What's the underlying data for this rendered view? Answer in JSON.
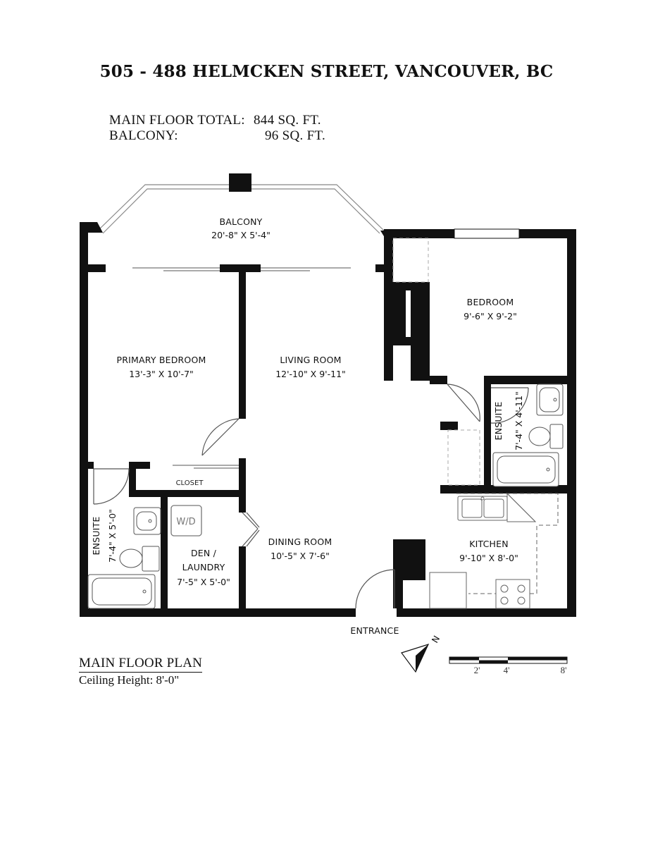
{
  "header": {
    "address": "505 - 488 HELMCKEN STREET, VANCOUVER, BC"
  },
  "areas": {
    "main_label": "MAIN FLOOR TOTAL:",
    "main_value": "844 SQ. FT.",
    "balcony_label": "BALCONY:",
    "balcony_value": "96 SQ. FT."
  },
  "rooms": {
    "balcony": {
      "name": "BALCONY",
      "dims": "20'-8\" X 5'-4\""
    },
    "primary_bedroom": {
      "name": "PRIMARY BEDROOM",
      "dims": "13'-3\" X 10'-7\""
    },
    "living_room": {
      "name": "LIVING ROOM",
      "dims": "12'-10\" X 9'-11\""
    },
    "bedroom": {
      "name": "BEDROOM",
      "dims": "9'-6\" X 9'-2\""
    },
    "ensuite_right": {
      "name": "ENSUITE",
      "dims": "7'-4\" X 4'-11\""
    },
    "closet": {
      "name": "CLOSET"
    },
    "ensuite_left": {
      "name": "ENSUITE",
      "dims": "7'-4\" X 5'-0\""
    },
    "den": {
      "name_line1": "DEN /",
      "name_line2": "LAUNDRY",
      "dims": "7'-5\" X 5'-0\""
    },
    "dining_room": {
      "name": "DINING ROOM",
      "dims": "10'-5\" X 7'-6\""
    },
    "kitchen": {
      "name": "KITCHEN",
      "dims": "9'-10\" X 8'-0\""
    },
    "washer_dryer": "W/D",
    "entrance": "ENTRANCE"
  },
  "footer": {
    "plan_title": "MAIN FLOOR PLAN",
    "ceiling": "Ceiling Height: 8'-0\""
  },
  "compass": {
    "label": "N"
  },
  "scale": {
    "marks": [
      "2'",
      "4'",
      "8'"
    ]
  }
}
